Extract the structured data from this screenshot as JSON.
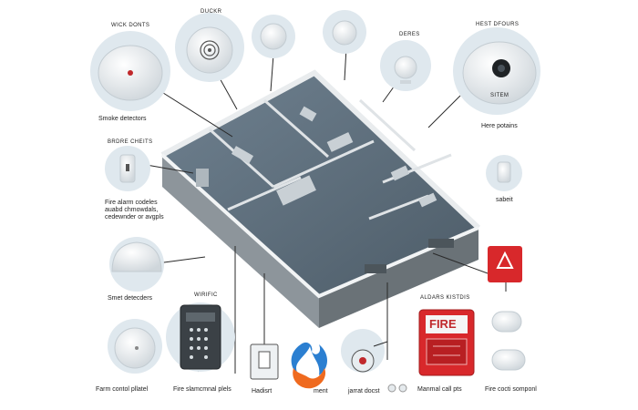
{
  "labels": {
    "tl_header": "WICK DONTS",
    "tl_caption": "Smoke detectors",
    "top_device": "DUCKR",
    "top_right_small": "DERES",
    "tr_header": "HEST DFOURS",
    "tr_inner": "SITEM",
    "tr_caption": "Here potains",
    "left_header": "BRDRE CHEITS",
    "left_caption": "Fire alarm codeles\nauabd chmowdals,\ncedewnder or avgpls",
    "right_small": "sabeit",
    "left_mid_caption": "Smet detecders",
    "center_header": "WIRIFIC",
    "right_header": "ALDARS KISTDIS",
    "fire_text": "FIRE",
    "bottom_1": "Farm contol pllatel",
    "bottom_2": "Fire slamcmnal plels",
    "bottom_3": "Hadisrt",
    "bottom_4": "ment",
    "bottom_5": "jarrat docst",
    "bottom_6": "Manmal call pts",
    "bottom_7": "Fire cocti somponl"
  },
  "colors": {
    "line": "#2a2a2a",
    "circle_bg": "#dfe8ee",
    "device_white": "#f7f7f7",
    "wall_light": "#e9ecee",
    "wall_dark": "#7b8389",
    "floor": "#5e6f7c",
    "alarm_red": "#d8282b",
    "logo_blue": "#2b7fd1",
    "logo_orange": "#ef6a1f"
  },
  "icons": [
    "smoke-detector-icon",
    "heat-detector-icon",
    "sounder-icon",
    "call-point-icon",
    "control-panel-icon",
    "strobe-icon",
    "logo-flame-icon"
  ]
}
